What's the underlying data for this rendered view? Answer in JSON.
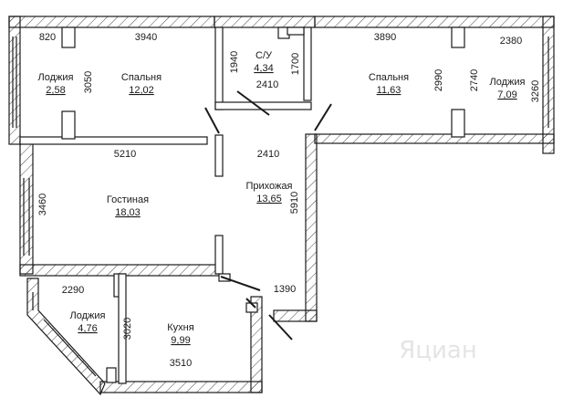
{
  "rooms": {
    "loggia1": {
      "name": "Лоджия",
      "area": "2,58"
    },
    "bedroom1": {
      "name": "Спальня",
      "area": "12,02"
    },
    "bathroom": {
      "name": "С/У",
      "area": "4,34"
    },
    "bedroom2": {
      "name": "Спальня",
      "area": "11,63"
    },
    "loggia2": {
      "name": "Лоджия",
      "area": "7,09"
    },
    "living": {
      "name": "Гостиная",
      "area": "18,03"
    },
    "hall": {
      "name": "Прихожая",
      "area": "13,65"
    },
    "loggia3": {
      "name": "Лоджия",
      "area": "4,76"
    },
    "kitchen": {
      "name": "Кухня",
      "area": "9,99"
    }
  },
  "dims": {
    "d820": "820",
    "d3940": "3940",
    "d1940": "1940",
    "d1700": "1700",
    "d2410a": "2410",
    "d3890": "3890",
    "d2380": "2380",
    "d3050": "3050",
    "d2990": "2990",
    "d2740": "2740",
    "d3260": "3260",
    "d5210": "5210",
    "d2410b": "2410",
    "d3460": "3460",
    "d5910": "5910",
    "d2290": "2290",
    "d1390": "1390",
    "d3020": "3020",
    "d3510": "3510"
  },
  "watermark": "Яциан"
}
